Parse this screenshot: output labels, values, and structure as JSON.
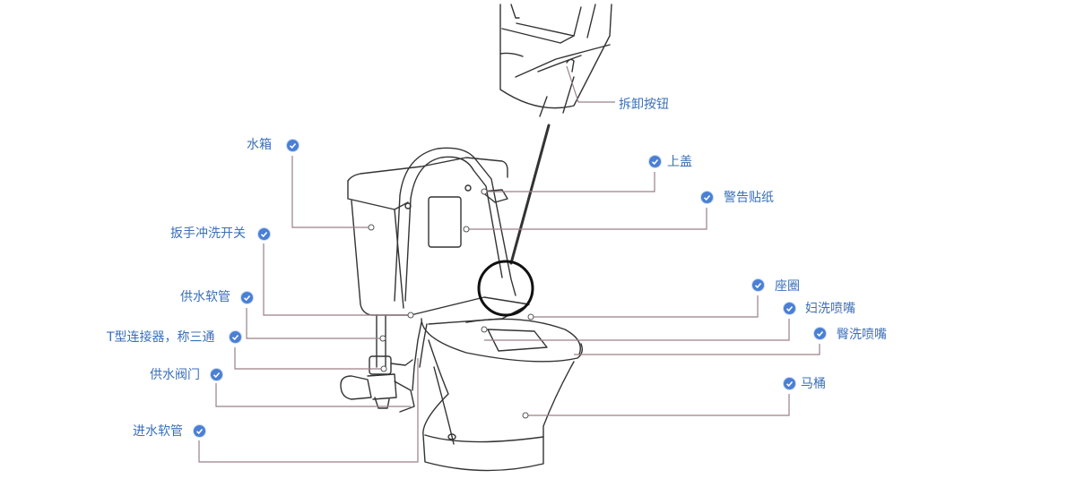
{
  "labels": {
    "remove_button": "拆卸按钮",
    "lid": "上盖",
    "warning_sticker": "警告贴纸",
    "tank": "水箱",
    "flush_lever": "扳手冲洗开关",
    "supply_hose": "供水软管",
    "t_connector": "T型连接器，称三通",
    "supply_valve": "供水阀门",
    "inlet_hose": "进水软管",
    "seat_ring": "座圈",
    "feminine_nozzle": "妇洗喷嘴",
    "rear_nozzle": "臀洗喷嘴",
    "bowl": "马桶"
  },
  "colors": {
    "label_text": "#3a6fb8",
    "badge": "#4a7fd4",
    "leader_line": "#9a8088",
    "drawing": "#333333"
  },
  "icons": {
    "badge": "check-circle-icon"
  }
}
